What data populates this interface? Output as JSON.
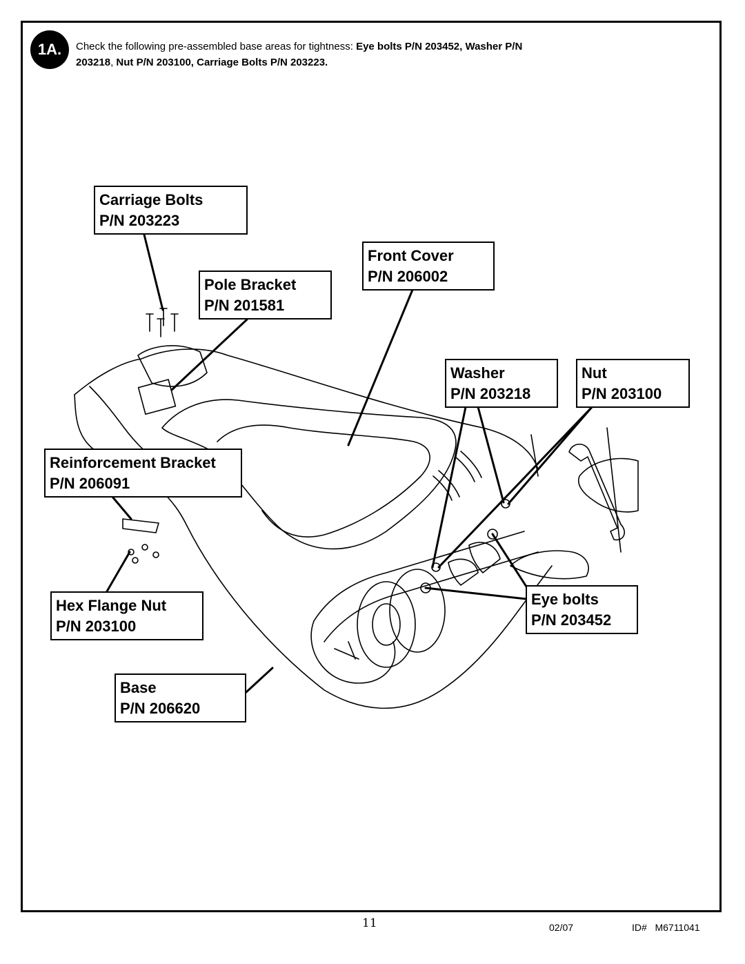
{
  "step": "1A.",
  "instruction": {
    "intro": "Check the following pre-assembled base areas for tightness: ",
    "parts_line1": "Eye bolts P/N 203452, Washer P/N",
    "parts_line2a": "203218",
    "sep": ", ",
    "parts_line2b": "Nut P/N 203100, Carriage Bolts P/N 203223."
  },
  "callouts": {
    "carriage_bolts": {
      "name": "Carriage Bolts",
      "pn": "P/N 203223"
    },
    "front_cover": {
      "name": "Front Cover",
      "pn": "P/N 206002"
    },
    "pole_bracket": {
      "name": "Pole Bracket",
      "pn": "P/N 201581"
    },
    "washer": {
      "name": "Washer",
      "pn": "P/N 203218"
    },
    "nut": {
      "name": "Nut",
      "pn": "P/N 203100"
    },
    "reinforcement_bracket": {
      "name": "Reinforcement Bracket",
      "pn": "P/N 206091"
    },
    "hex_flange_nut": {
      "name": "Hex Flange Nut",
      "pn": "P/N 203100"
    },
    "eye_bolts": {
      "name": "Eye bolts",
      "pn": "P/N 203452"
    },
    "base": {
      "name": "Base",
      "pn": "P/N 206620"
    }
  },
  "footer": {
    "page_number": "11",
    "date": "02/07",
    "id": "ID#   M6711041"
  }
}
